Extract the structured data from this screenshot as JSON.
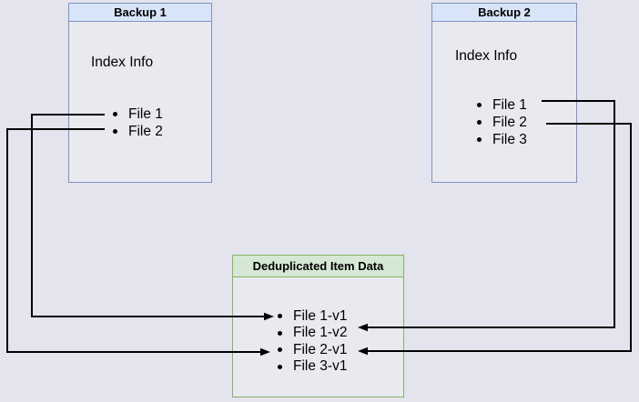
{
  "diagram": {
    "colors": {
      "page_bg": "#e4e4ee",
      "box_body_bg": "#e9e9f0",
      "blue_fill": "#d8e4f8",
      "blue_border": "#7e92c2",
      "green_fill": "#d5e8d4",
      "green_border": "#82b366",
      "line_color": "#000000",
      "text_color": "#000000"
    },
    "backup1": {
      "title": "Backup 1",
      "section_label": "Index Info",
      "files": [
        "File 1",
        "File 2"
      ]
    },
    "backup2": {
      "title": "Backup 2",
      "section_label": "Index Info",
      "files": [
        "File 1",
        "File 2",
        "File 3"
      ]
    },
    "dedup": {
      "title": "Deduplicated Item Data",
      "items": [
        "File 1-v1",
        "File 1-v2",
        "File 2-v1",
        "File 3-v1"
      ]
    },
    "edges": [
      {
        "from": "Backup 1 / File 1",
        "to": "File 1-v1"
      },
      {
        "from": "Backup 1 / File 2",
        "to": "File 2-v1"
      },
      {
        "from": "Backup 2 / File 1",
        "to": "File 1-v2"
      },
      {
        "from": "Backup 2 / File 2",
        "to": "File 2-v1"
      }
    ]
  }
}
